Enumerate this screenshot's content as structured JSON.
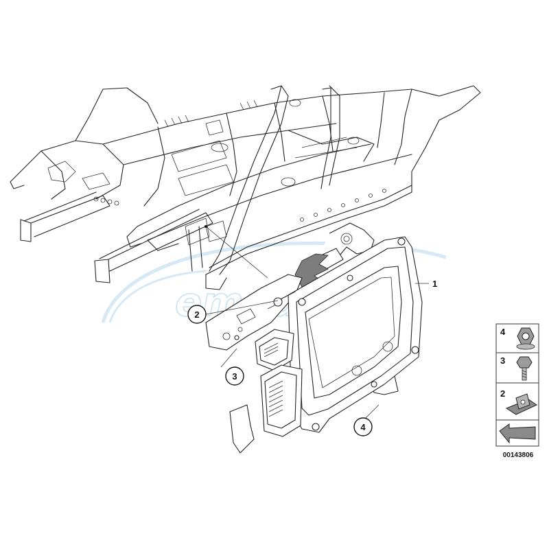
{
  "watermark": "emauto.eu",
  "callouts": [
    {
      "id": "1",
      "label": "1"
    },
    {
      "id": "2",
      "label": "2"
    },
    {
      "id": "3",
      "label": "3"
    },
    {
      "id": "4",
      "label": "4"
    }
  ],
  "legend": [
    {
      "number": "4",
      "icon": "hex-nut-icon"
    },
    {
      "number": "3",
      "icon": "hex-bolt-icon"
    },
    {
      "number": "2",
      "icon": "clip-nut-icon"
    },
    {
      "number": "",
      "icon": "arrow-icon"
    }
  ],
  "document_number": "00143806"
}
